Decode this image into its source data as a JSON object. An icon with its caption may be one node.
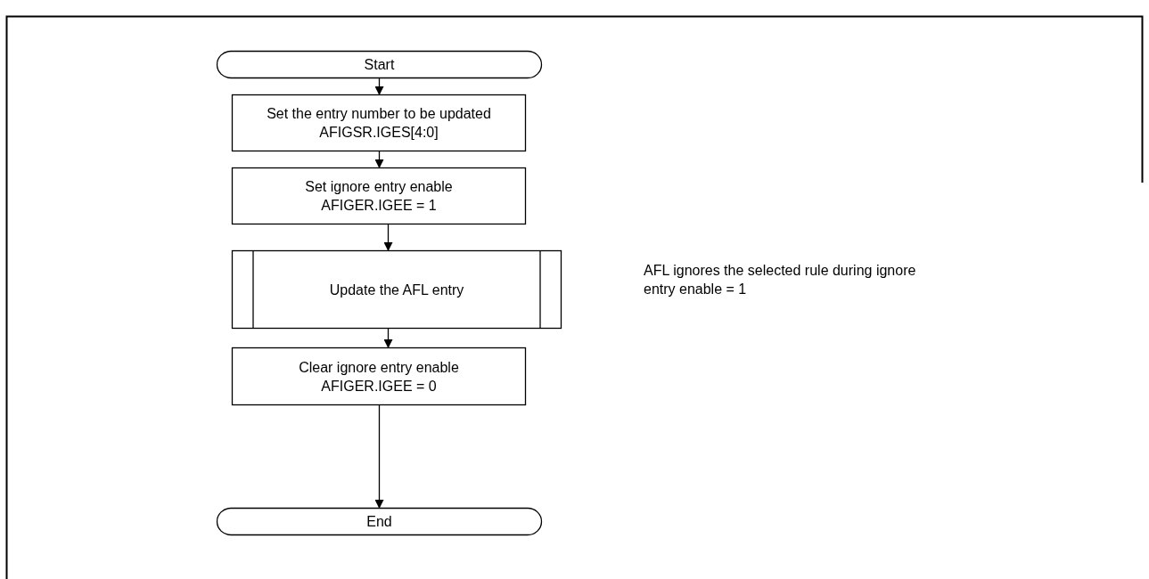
{
  "diagram": {
    "nodes": [
      {
        "text": [
          "Start"
        ]
      },
      {
        "text": [
          "Set the entry number to be updated",
          "AFIGSR.IGES[4:0]"
        ]
      },
      {
        "text": [
          "Set ignore entry enable",
          "AFIGER.IGEE = 1"
        ]
      },
      {
        "text": [
          "Update the AFL entry"
        ]
      },
      {
        "text": [
          "Clear ignore entry enable",
          "AFIGER.IGEE = 0"
        ]
      },
      {
        "text": [
          "End"
        ]
      }
    ],
    "edges": [
      {
        "from": 0,
        "to": 1,
        "arrow": "to"
      },
      {
        "from": 1,
        "to": 2,
        "arrow": "to"
      },
      {
        "from": 2,
        "to": 3,
        "arrow": "to"
      },
      {
        "from": 3,
        "to": 4,
        "arrow": "to"
      },
      {
        "from": 4,
        "to": 5,
        "arrow": "to"
      }
    ],
    "labels": [
      "AFL ignores the selected rule during ignore entry enable = 1"
    ]
  }
}
